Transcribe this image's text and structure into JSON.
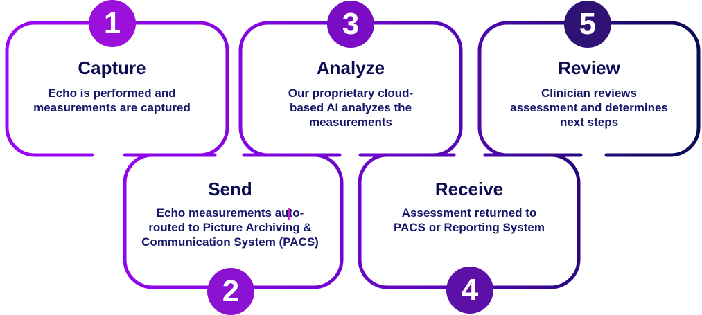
{
  "figure": {
    "type": "process-flow-diagram",
    "background": "#ffffff"
  },
  "edge_gradient": {
    "stops": [
      {
        "color": "#9d04f4"
      },
      {
        "color": "#8606e0"
      },
      {
        "color": "#5606b6"
      },
      {
        "color": "#2a0880"
      },
      {
        "color": "#060a52"
      }
    ]
  },
  "text_colors": {
    "title": "#0b0b53",
    "body": "#16166b",
    "number": "#ffffff"
  },
  "artifact": {
    "color": "#cf22cf"
  },
  "steps": [
    {
      "number": "1",
      "title": "Capture",
      "body_lines": [
        "Echo is performed and",
        "measurements are captured"
      ],
      "circle_color": "#9c10dc"
    },
    {
      "number": "2",
      "title": "Send",
      "body_lines": [
        "Echo measurements auto-",
        "routed to Picture Archiving &",
        "Communication System (PACS)"
      ],
      "circle_color": "#8a12d0"
    },
    {
      "number": "3",
      "title": "Analyze",
      "body_lines": [
        "Our proprietary cloud-",
        "based AI analyzes the",
        "measurements"
      ],
      "circle_color": "#7a0dc4"
    },
    {
      "number": "4",
      "title": "Receive",
      "body_lines": [
        "Assessment returned to",
        "PACS or Reporting System"
      ],
      "circle_color": "#5c10a8"
    },
    {
      "number": "5",
      "title": "Review",
      "body_lines": [
        "Clinician reviews",
        "assessment and determines",
        "next steps"
      ],
      "circle_color": "#2f1274"
    }
  ]
}
